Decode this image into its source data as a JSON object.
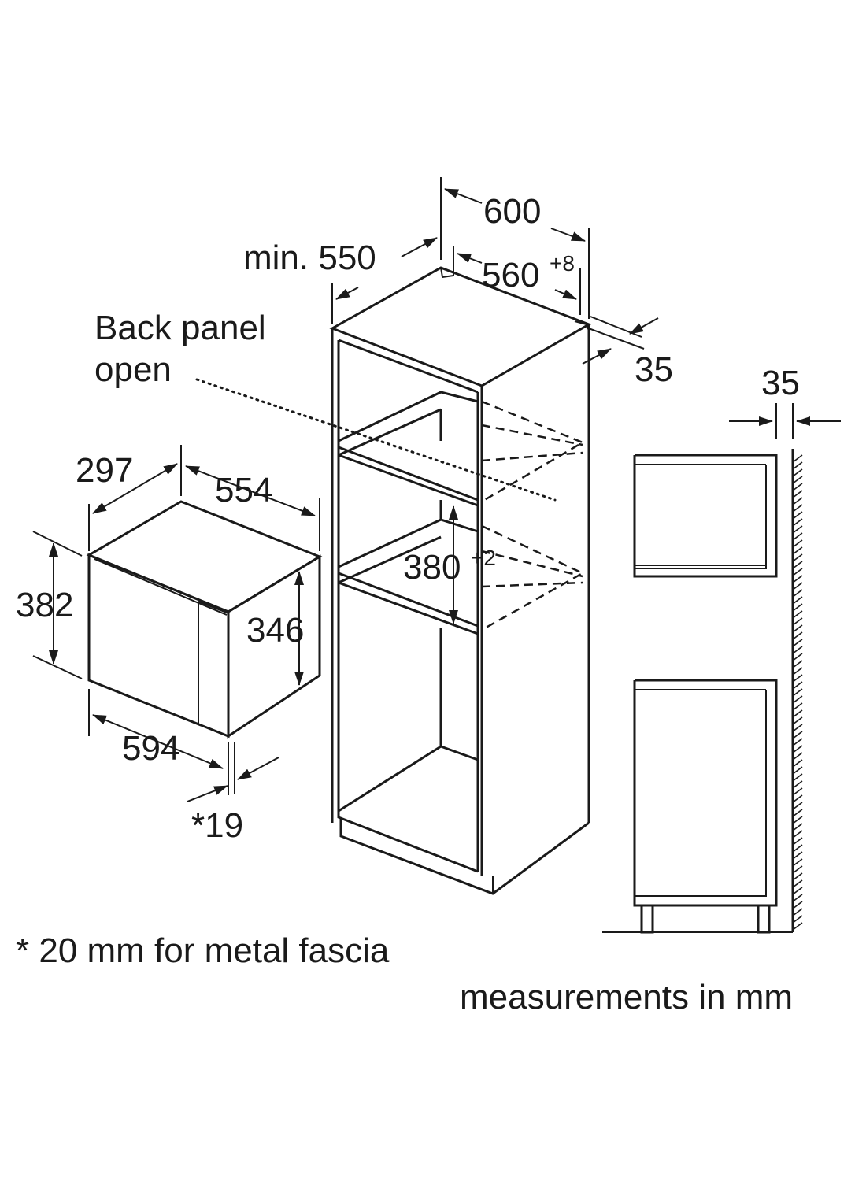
{
  "labels": {
    "back_panel_line1": "Back panel",
    "back_panel_line2": "open",
    "min_550": "min. 550",
    "dim_600": "600",
    "dim_560": "560",
    "dim_560_sup": "+8",
    "dim_35_top": "35",
    "dim_35_side": "35",
    "dim_297": "297",
    "dim_554": "554",
    "dim_382": "382",
    "dim_346": "346",
    "dim_594": "594",
    "dim_19": "*19",
    "dim_380": "380",
    "dim_380_sup": "+2"
  },
  "footnote": "* 20 mm for metal fascia",
  "units_note": "measurements in mm"
}
